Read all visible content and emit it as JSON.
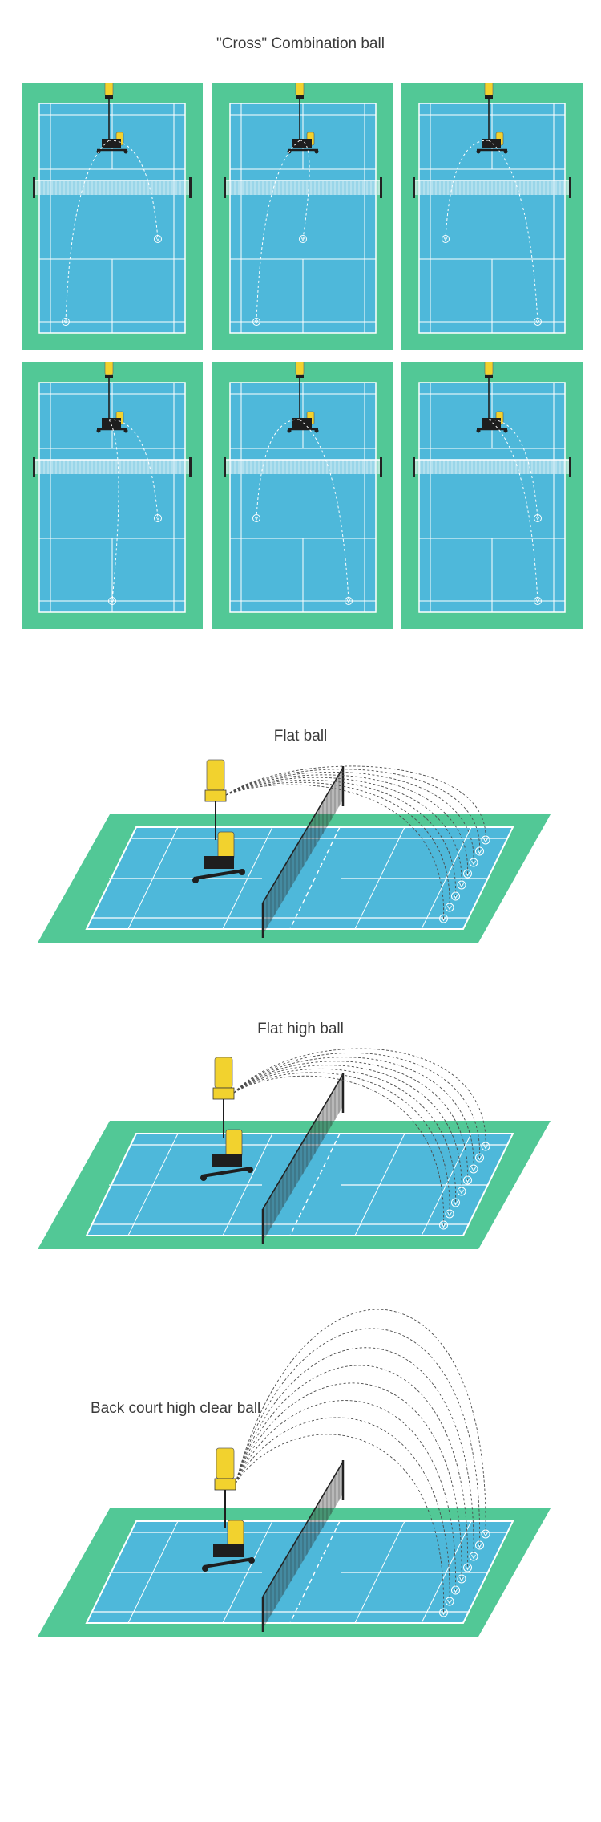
{
  "sections": {
    "cross_title": "\"Cross\" Combination ball",
    "flat_title": "Flat ball",
    "flat_high_title": "Flat high ball",
    "clear_title": "Back court high clear ball"
  },
  "colors": {
    "outer_green": "#52c896",
    "court_blue": "#4eb8da",
    "court_lines": "#ffffff",
    "machine_yellow": "#f2d22e",
    "machine_black": "#1e1e1e",
    "trajectory": "#ffffff",
    "trajectory_3d": "#4a4a4a"
  },
  "cross_panels": [
    {
      "name": "panel-1",
      "targets": [
        "front-right",
        "back-left"
      ]
    },
    {
      "name": "panel-2",
      "targets": [
        "front-center",
        "back-left"
      ]
    },
    {
      "name": "panel-3",
      "targets": [
        "front-left",
        "back-right"
      ]
    },
    {
      "name": "panel-4",
      "targets": [
        "front-right",
        "back-center"
      ]
    },
    {
      "name": "panel-5",
      "targets": [
        "front-left",
        "back-right"
      ]
    },
    {
      "name": "panel-6",
      "targets": [
        "front-right",
        "back-right"
      ]
    }
  ]
}
